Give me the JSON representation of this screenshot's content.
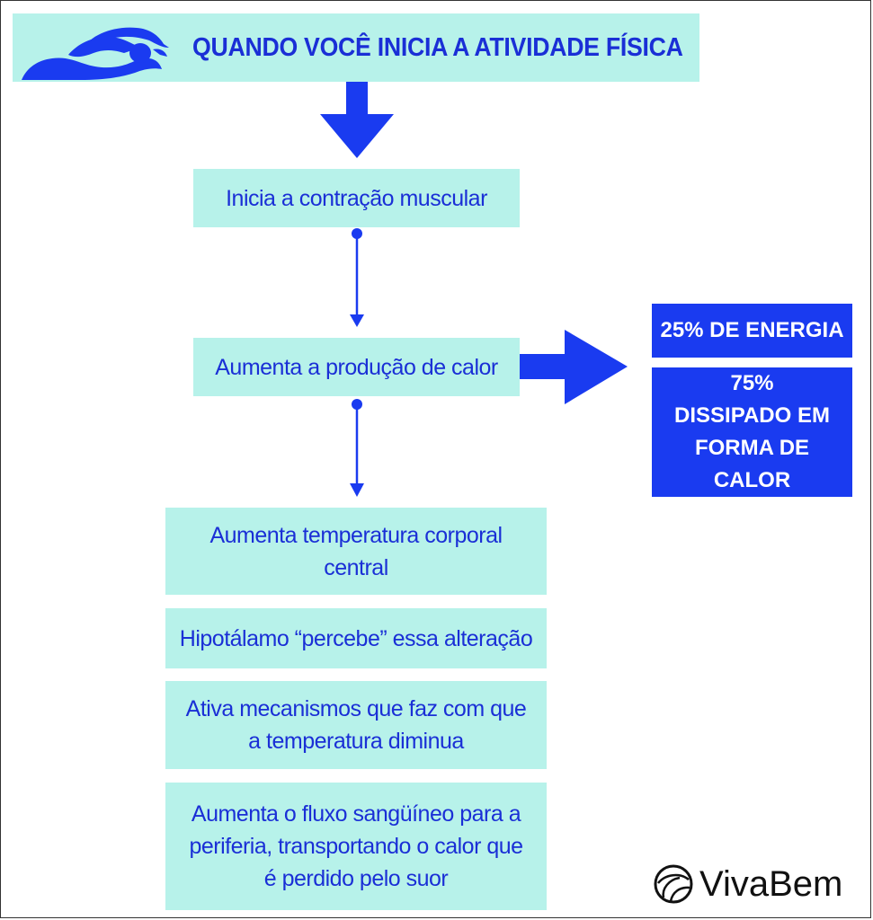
{
  "header": {
    "title": "QUANDO VOCÊ INICIA A ATIVIDADE FÍSICA",
    "icon": "swimmer-icon"
  },
  "steps": [
    "Inicia a contração muscular",
    "Aumenta a produção de calor",
    "Aumenta temperatura corporal central",
    "Hipotálamo “percebe” essa alteração",
    "Ativa mecanismos que faz com que a temperatura diminua",
    "Aumenta o fluxo sangüíneo para a periferia, transportando o calor que é perdido pelo suor"
  ],
  "outcomes": {
    "energy": "25% DE ENERGIA",
    "heat": "75% DISSIPADO EM FORMA DE CALOR"
  },
  "brand": {
    "name": "VivaBem",
    "icon": "vivabem-logo-icon"
  },
  "colors": {
    "box_fill": "#b7f2ea",
    "text_blue": "#1a2fd6",
    "accent_blue": "#1a3bf0"
  }
}
